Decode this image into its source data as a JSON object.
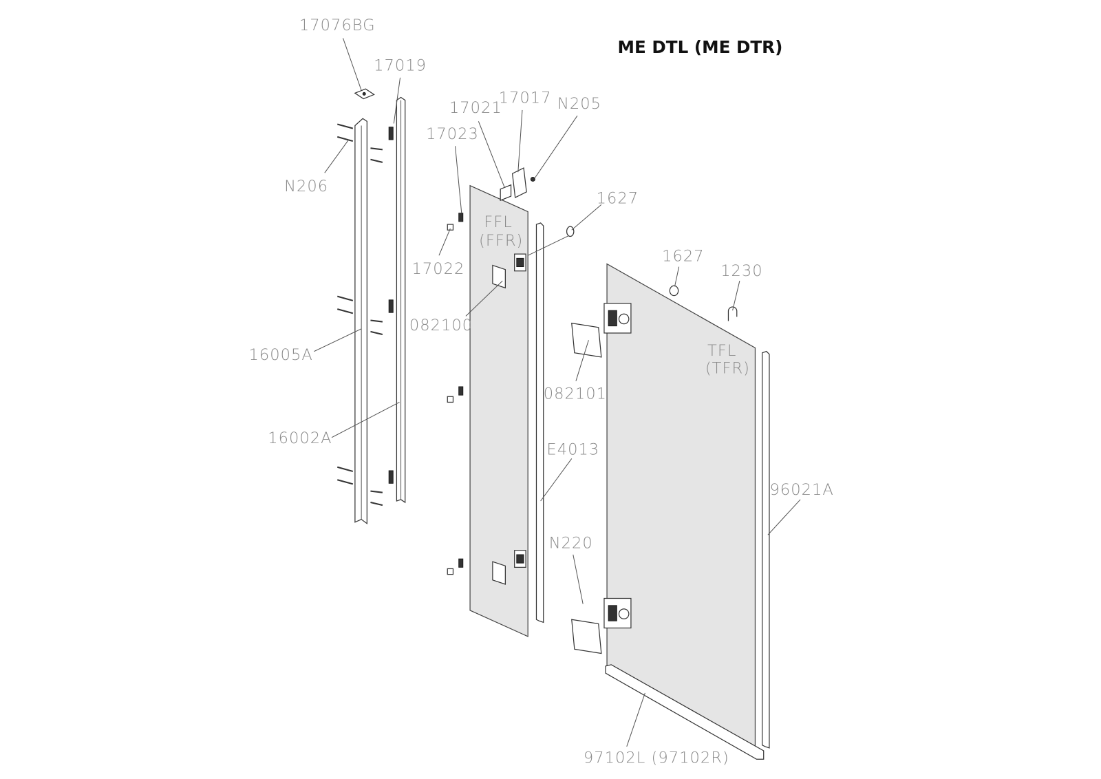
{
  "title": "ME DTL (ME DTR)",
  "labels": {
    "p17076BG": "17076BG",
    "p17019": "17019",
    "p17021": "17021",
    "p17017": "17017",
    "pN205": "N205",
    "p17023": "17023",
    "pN206": "N206",
    "p1627a": "1627",
    "ffl": "FFL",
    "ffr": "(FFR)",
    "p17022": "17022",
    "p1627b": "1627",
    "p1230": "1230",
    "p082100": "082100",
    "tfl": "TFL",
    "tfr": "(TFR)",
    "p16005A": "16005A",
    "p082101": "082101",
    "p16002A": "16002A",
    "pE4013": "E4013",
    "p96021A": "96021A",
    "pN220": "N220",
    "p97102": "97102L (97102R)"
  }
}
